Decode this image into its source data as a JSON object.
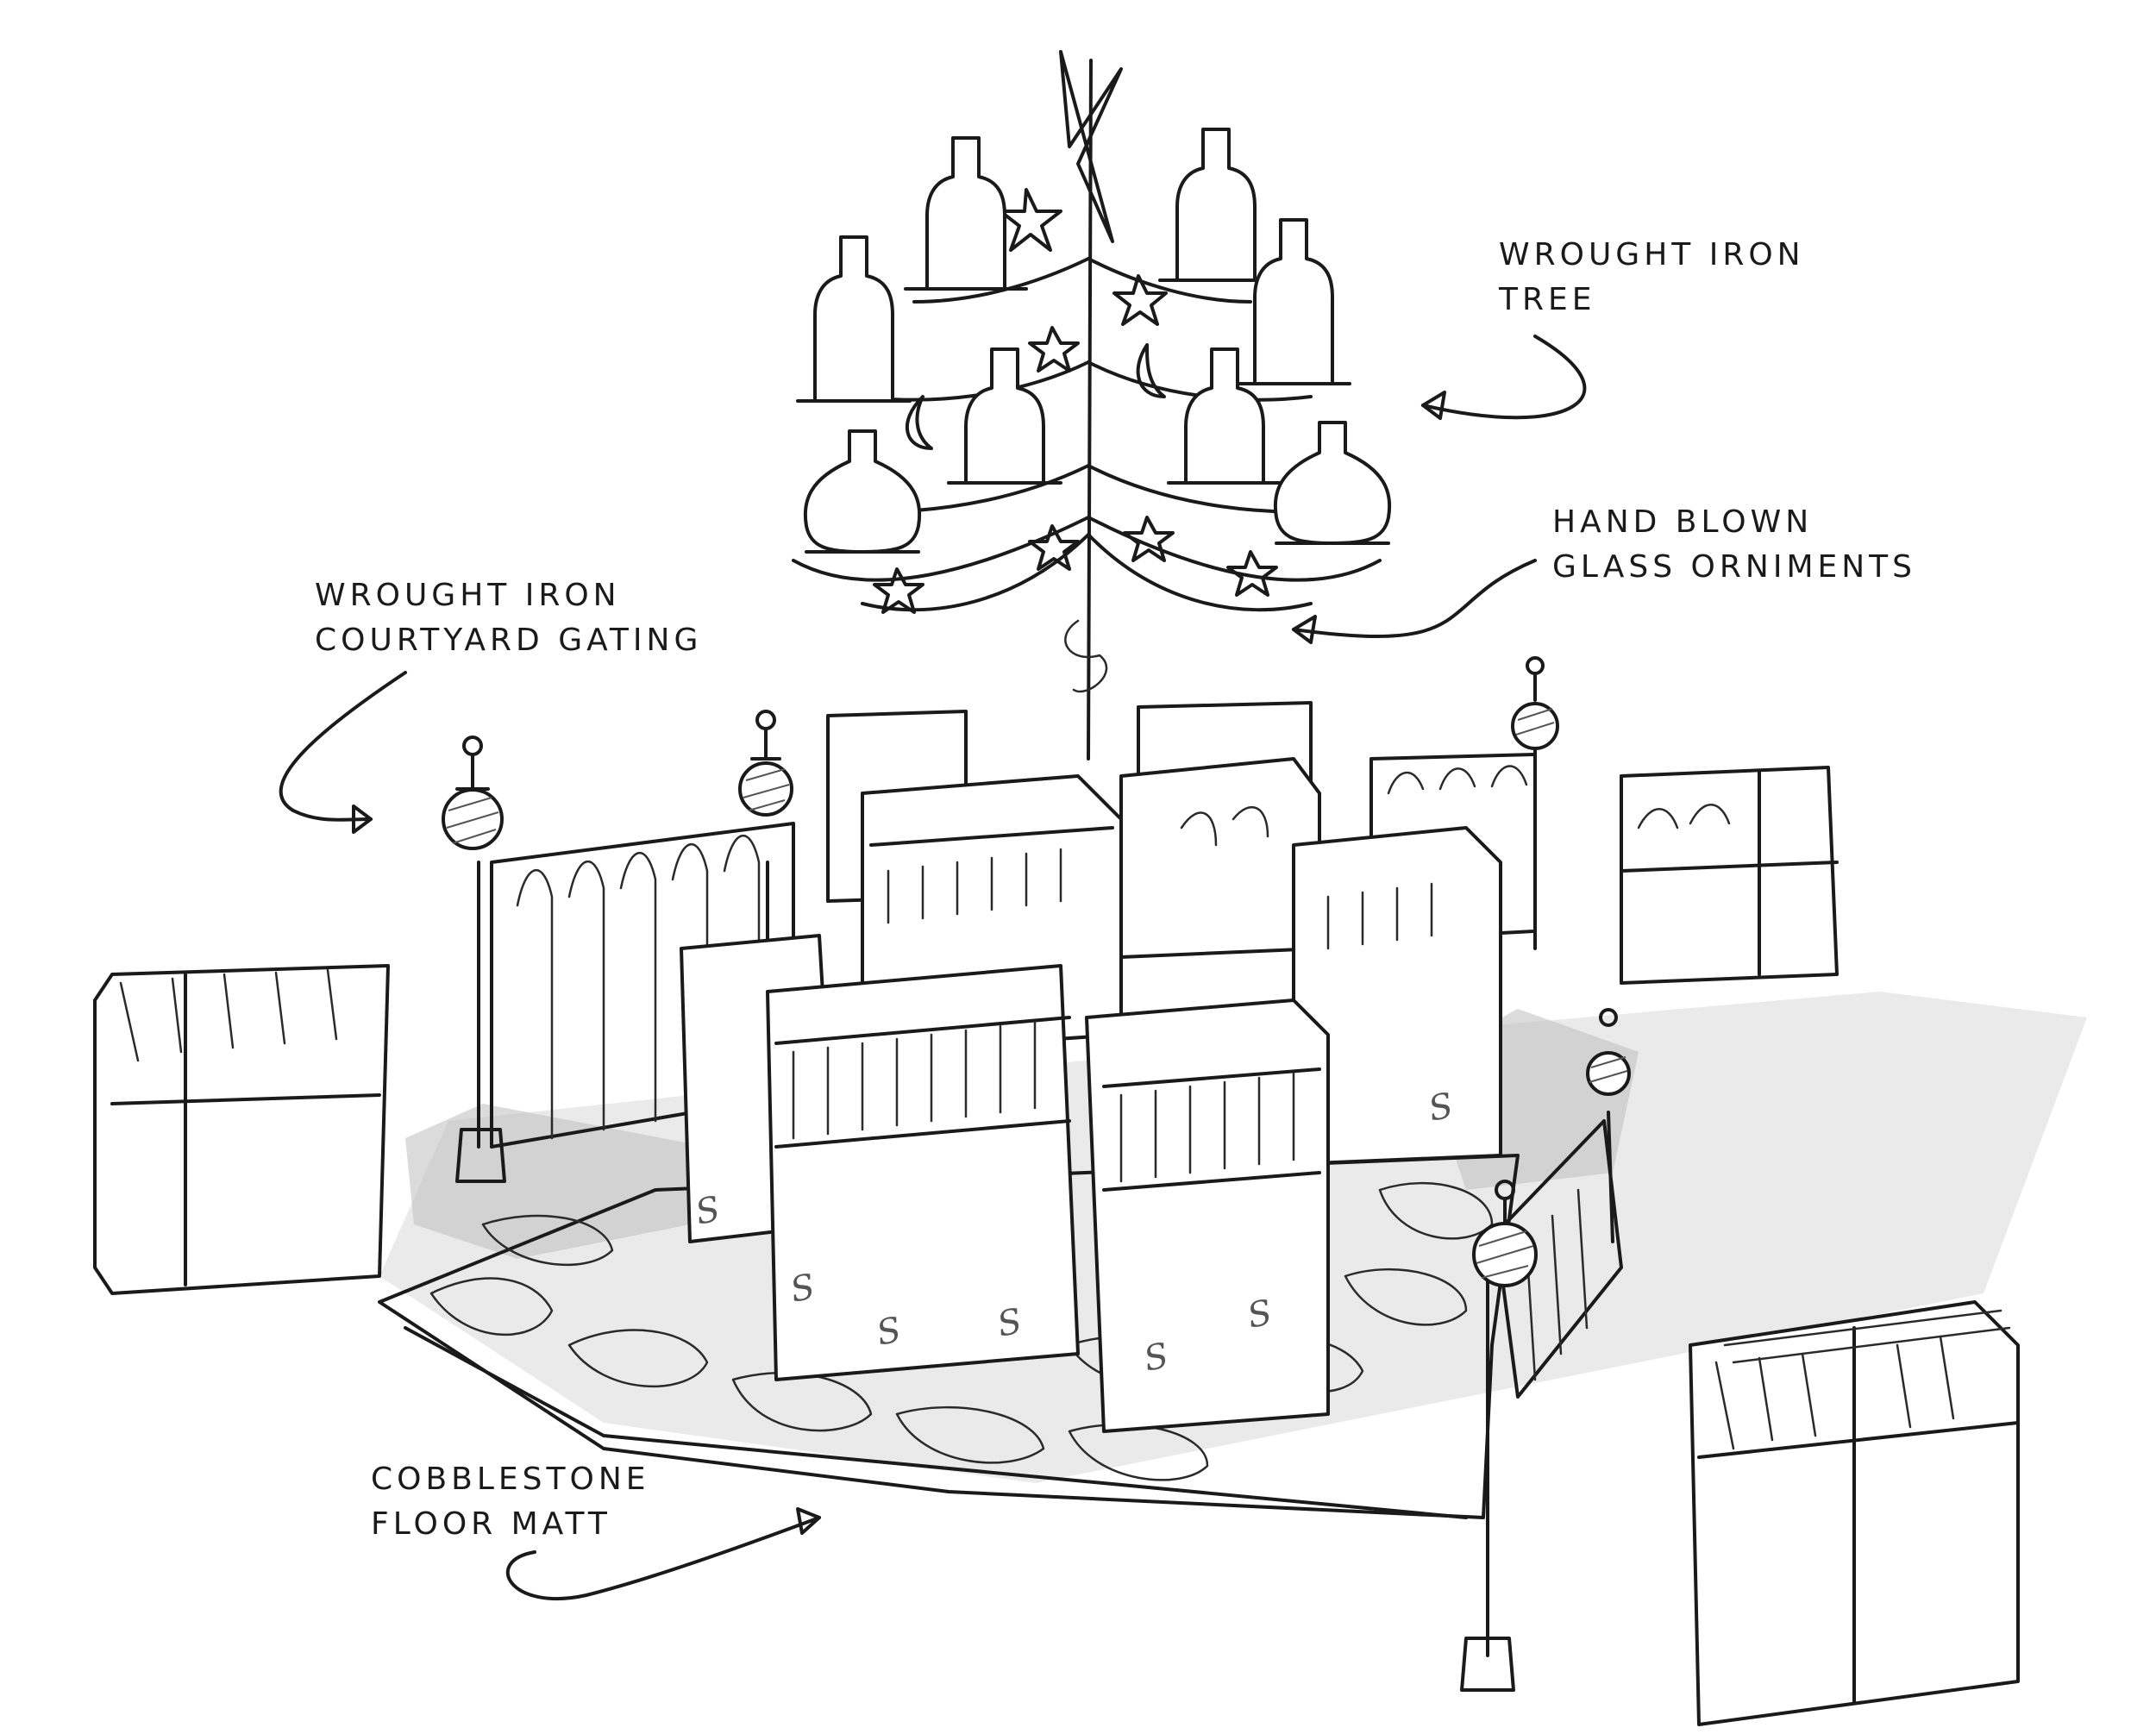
{
  "annotations": {
    "tree": {
      "line1": "Wrought Iron",
      "line2": "Tree"
    },
    "ornaments": {
      "line1": "Hand Blown",
      "line2": "Glass Orniments"
    },
    "gating": {
      "line1": "Wrought Iron",
      "line2": "Courtyard Gating"
    },
    "floor": {
      "line1": "Cobblestone",
      "line2": "Floor Matt"
    }
  }
}
